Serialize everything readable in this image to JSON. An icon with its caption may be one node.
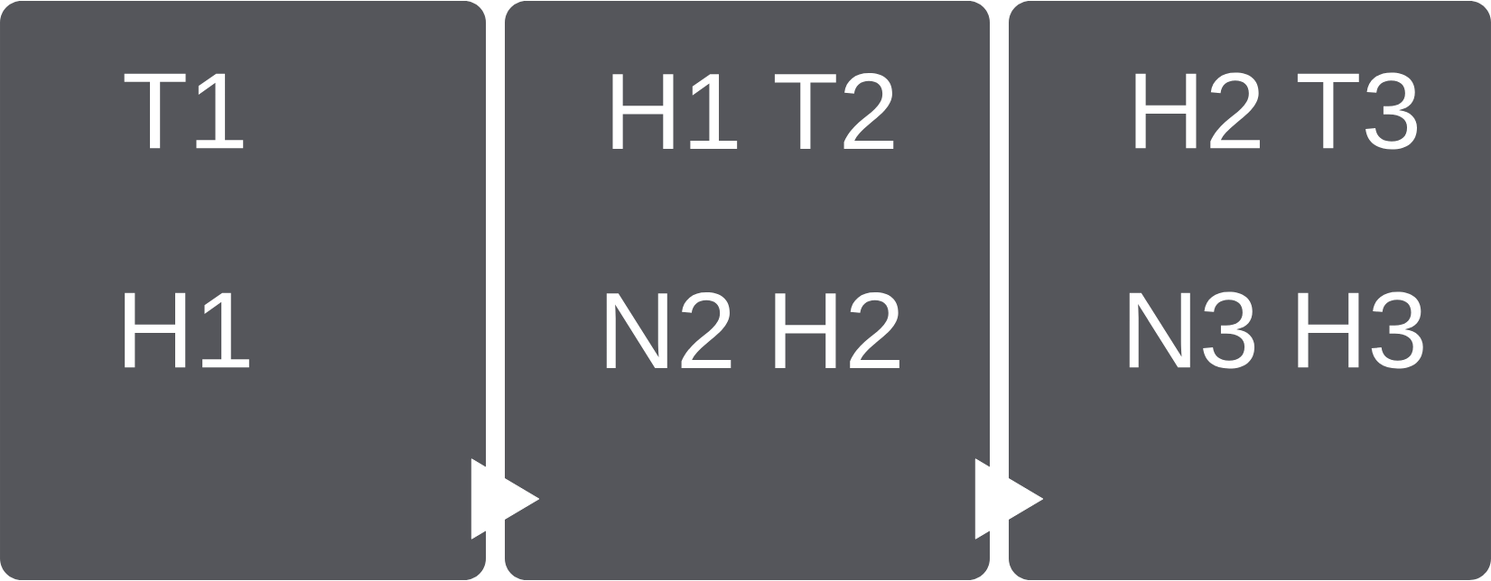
{
  "diagram": {
    "nodes": [
      {
        "text": [
          "T1",
          "H1"
        ]
      },
      {
        "text": [
          "H1 T2",
          "N2 H2"
        ]
      },
      {
        "text": [
          "H2 T3",
          "N3 H3"
        ]
      }
    ],
    "edges": [
      {
        "from": 0,
        "to": 1,
        "arrow": "to"
      },
      {
        "from": 1,
        "to": 2,
        "arrow": "to"
      }
    ]
  }
}
